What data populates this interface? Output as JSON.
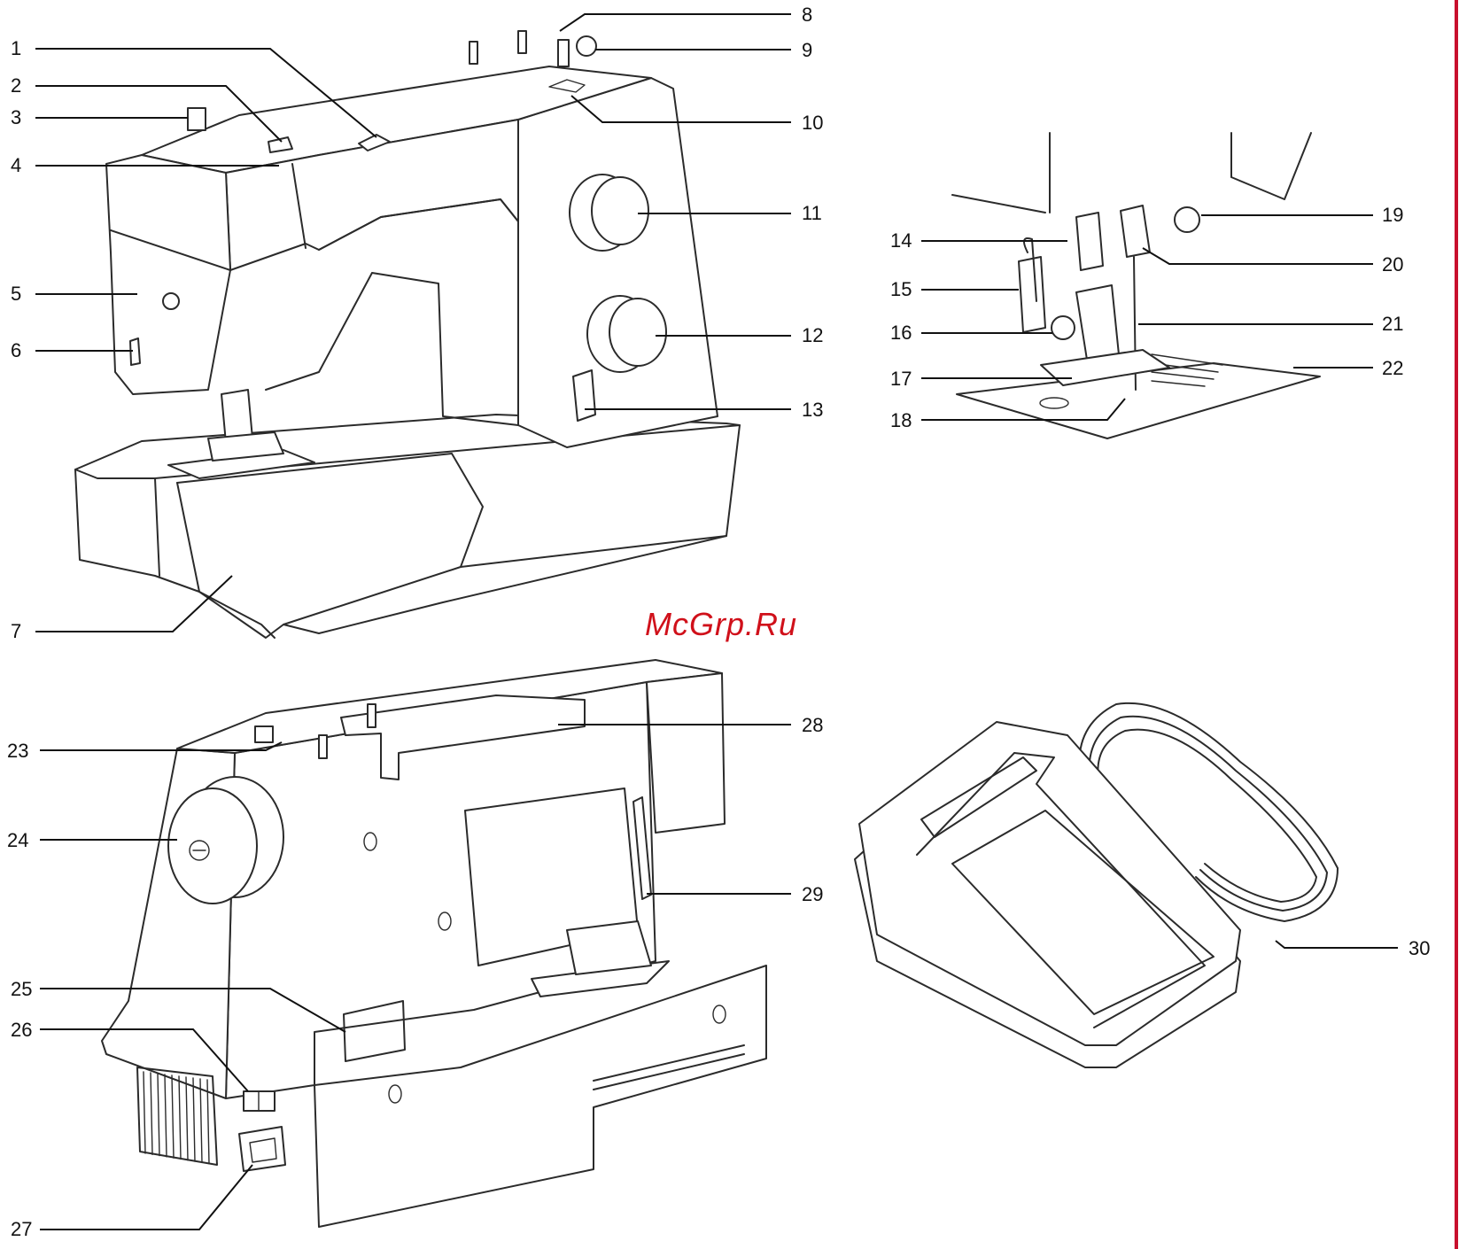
{
  "watermark": "McGrp.Ru",
  "callouts": [
    "1",
    "2",
    "3",
    "4",
    "5",
    "6",
    "7",
    "8",
    "9",
    "10",
    "11",
    "12",
    "13",
    "14",
    "15",
    "16",
    "17",
    "18",
    "19",
    "20",
    "21",
    "22",
    "23",
    "24",
    "25",
    "26",
    "27",
    "28",
    "29",
    "30"
  ]
}
